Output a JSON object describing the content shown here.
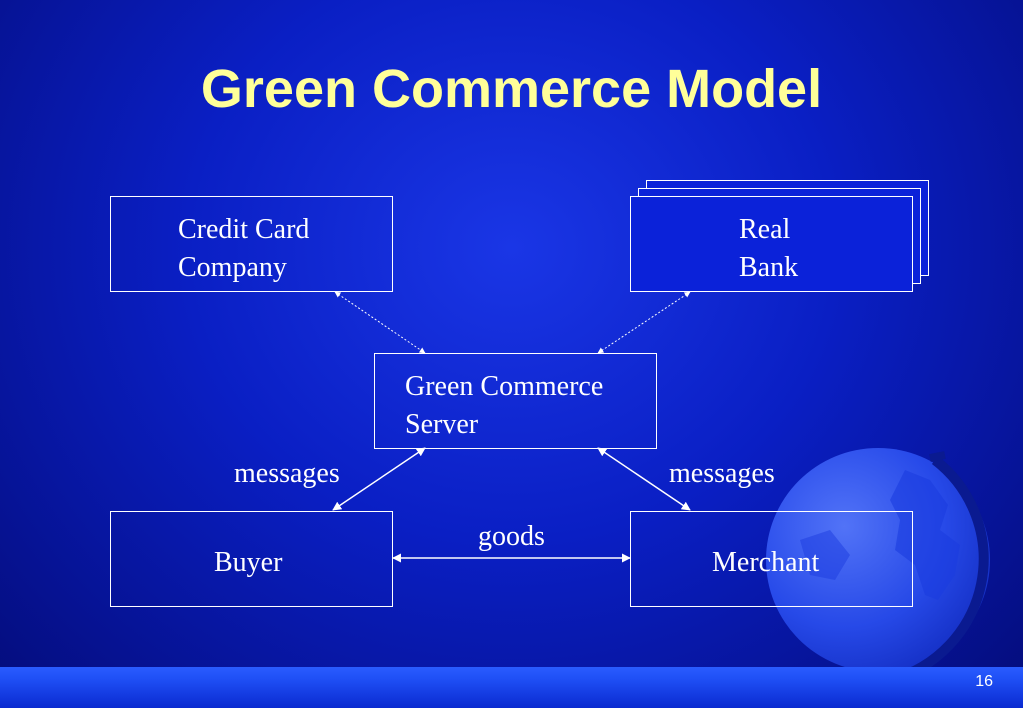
{
  "slide": {
    "title": "Green Commerce Model",
    "page_number": "16"
  },
  "nodes": {
    "credit_card": {
      "line1": "Credit Card",
      "line2": "Company"
    },
    "real_bank": {
      "line1": "Real",
      "line2": "Bank"
    },
    "server": {
      "line1": "Green Commerce",
      "line2": "Server"
    },
    "buyer": {
      "label": "Buyer"
    },
    "merchant": {
      "label": "Merchant"
    }
  },
  "edges": {
    "buyer_server": "messages",
    "merchant_server": "messages",
    "buyer_merchant": "goods"
  },
  "colors": {
    "title": "#ffff99",
    "line": "#ffffff",
    "background": "#0a1fc4"
  },
  "decor": {
    "globe_icon": "globe-icon"
  }
}
